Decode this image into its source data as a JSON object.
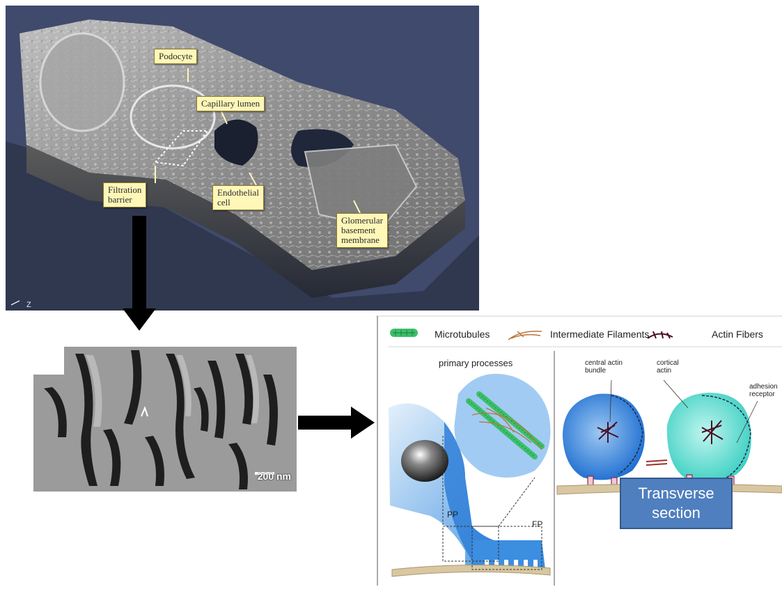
{
  "em3d": {
    "labels": {
      "podocyte": "Podocyte",
      "capillary_lumen": "Capillary lumen",
      "filtration_barrier_1": "Filtration",
      "filtration_barrier_2": "barrier",
      "endothelial_cell_1": "Endothelial",
      "endothelial_cell_2": "cell",
      "gbm_1": "Glomerular",
      "gbm_2": "basement",
      "gbm_3": "membrane"
    },
    "axis": "Z"
  },
  "sem": {
    "scale_bar": "200 nm"
  },
  "diagram": {
    "legend": {
      "microtubules": "Microtubules",
      "intermediate_filaments": "Intermediate Filaments",
      "actin_fibers": "Actin Fibers"
    },
    "primary_processes": "primary processes",
    "pp": "PP",
    "fp": "FP",
    "central_actin_1": "central actin",
    "central_actin_2": "bundle",
    "cortical_1": "cortical",
    "cortical_2": "actin",
    "adhesion_1": "adhesion",
    "adhesion_2": "receptor",
    "transverse_1": "Transverse",
    "transverse_2": "section"
  },
  "colors": {
    "em_background": "#3f4a6c",
    "callout_fill": "#fff7b8",
    "cell_blue": "#2f7fd8",
    "cell_teal": "#47d3c8",
    "microtubule_green": "#3cbf6a",
    "actin_dark": "#4a1020",
    "membrane_tan": "#d8c7a0",
    "transverse_box": "#4f7fbe"
  }
}
